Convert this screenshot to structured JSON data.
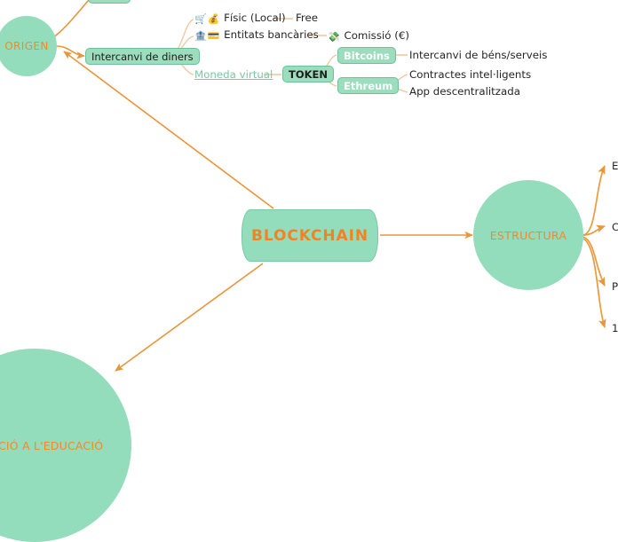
{
  "diagram": {
    "title": "BLOCKCHAIN mind map",
    "colors": {
      "node_green": "#94DDBC",
      "node_green_border": "#6FBF9B",
      "accent_orange": "#F08A26",
      "connector_orange": "#E8963C",
      "connector_peach": "#F2C49B",
      "text_dark": "#262626",
      "link_green": "#7CC6A4",
      "white": "#FFFFFF",
      "background": "#FFFFFF"
    }
  },
  "nodes": {
    "center": {
      "label": "BLOCKCHAIN"
    },
    "origen": {
      "label": "ORIGEN"
    },
    "estructura": {
      "label": "ESTRUCTURA"
    },
    "aplicacio": {
      "label": "PLICACIÓ A L'EDUCACIÓ"
    },
    "intercanvi_diners": {
      "label": "Intercanvi de diners"
    },
    "token": {
      "label": "TOKEN"
    },
    "bitcoins": {
      "label": "Bitcoins"
    },
    "ethreum": {
      "label": "Ethreum"
    },
    "moneda_virtual": {
      "label": "Moneda virtual"
    }
  },
  "leaves": {
    "fisic": {
      "icon_cart": "🛒",
      "icon_moneybag": "💰",
      "label": "Físic (Local)"
    },
    "entitats": {
      "icon_bank": "🏦",
      "icon_card": "💳",
      "label": "Entitats bancàries"
    },
    "free": {
      "label": "Free"
    },
    "comissio": {
      "icon_money": "💸",
      "label": "Comissió (€)"
    },
    "intercanvi_bens": {
      "label": "Intercanvi de béns/serveis"
    },
    "contractes": {
      "label": "Contractes intel·ligents"
    },
    "app_descentralitzada": {
      "label": "App descentralitzada"
    }
  },
  "clipped_edge_labels": {
    "e": "E",
    "c": "C",
    "p": "P",
    "one": "1"
  }
}
